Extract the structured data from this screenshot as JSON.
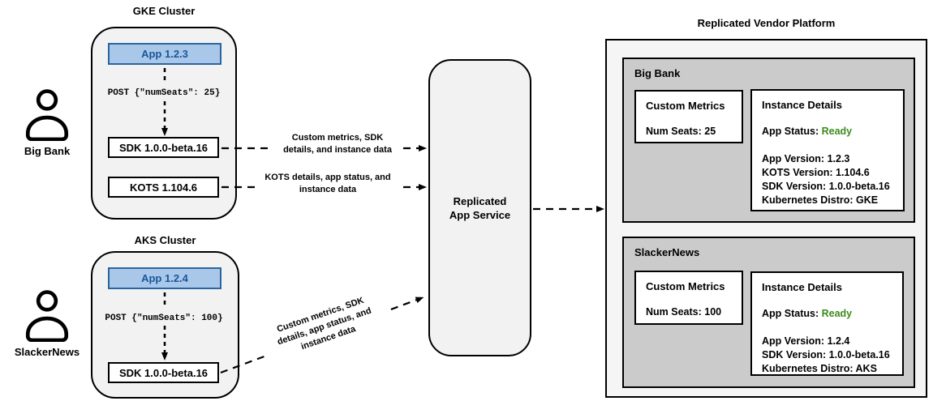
{
  "personas": [
    {
      "label": "Big Bank",
      "icon": "user-icon"
    },
    {
      "label": "SlackerNews",
      "icon": "user-icon"
    }
  ],
  "clusters": [
    {
      "title": "GKE Cluster",
      "app_label": "App 1.2.3",
      "post_request": "POST {\"numSeats\": 25}",
      "sdk_label": "SDK 1.0.0-beta.16",
      "kots_label": "KOTS 1.104.6"
    },
    {
      "title": "AKS Cluster",
      "app_label": "App 1.2.4",
      "post_request": "POST {\"numSeats\": 100}",
      "sdk_label": "SDK 1.0.0-beta.16"
    }
  ],
  "flows": [
    {
      "lines": [
        "Custom metrics, SDK",
        "details, and instance data"
      ]
    },
    {
      "lines": [
        "KOTS details, app status, and",
        "instance data"
      ]
    },
    {
      "lines": [
        "Custom metrics, SDK",
        "details, app status, and",
        "instance data"
      ]
    }
  ],
  "service": {
    "label_lines": [
      "Replicated",
      "App Service"
    ]
  },
  "platform": {
    "title": "Replicated Vendor Platform",
    "panels": [
      {
        "name": "Big Bank",
        "custom_metrics": {
          "title": "Custom Metrics",
          "value": "Num Seats: 25"
        },
        "instance_details": {
          "title": "Instance Details",
          "status_label": "App Status: ",
          "status_value": "Ready",
          "lines": [
            "App Version: 1.2.3",
            "KOTS Version: 1.104.6",
            "SDK Version: 1.0.0-beta.16",
            "Kubernetes Distro: GKE"
          ]
        }
      },
      {
        "name": "SlackerNews",
        "custom_metrics": {
          "title": "Custom Metrics",
          "value": "Num Seats: 100"
        },
        "instance_details": {
          "title": "Instance Details",
          "status_label": "App Status: ",
          "status_value": "Ready",
          "lines": [
            "App Version: 1.2.4",
            "SDK Version: 1.0.0-beta.16",
            "Kubernetes Distro: AKS"
          ]
        }
      }
    ]
  },
  "colors": {
    "app_box_fill": "#a9c7e8",
    "app_box_border": "#2a65a0",
    "app_box_text": "#17569b",
    "status_ready_green": "#3c8b1e",
    "cluster_fill": "#f2f2f2",
    "panel_fill": "#cbcbcb",
    "platform_fill": "#f5f5f5",
    "line_color": "#000000"
  }
}
